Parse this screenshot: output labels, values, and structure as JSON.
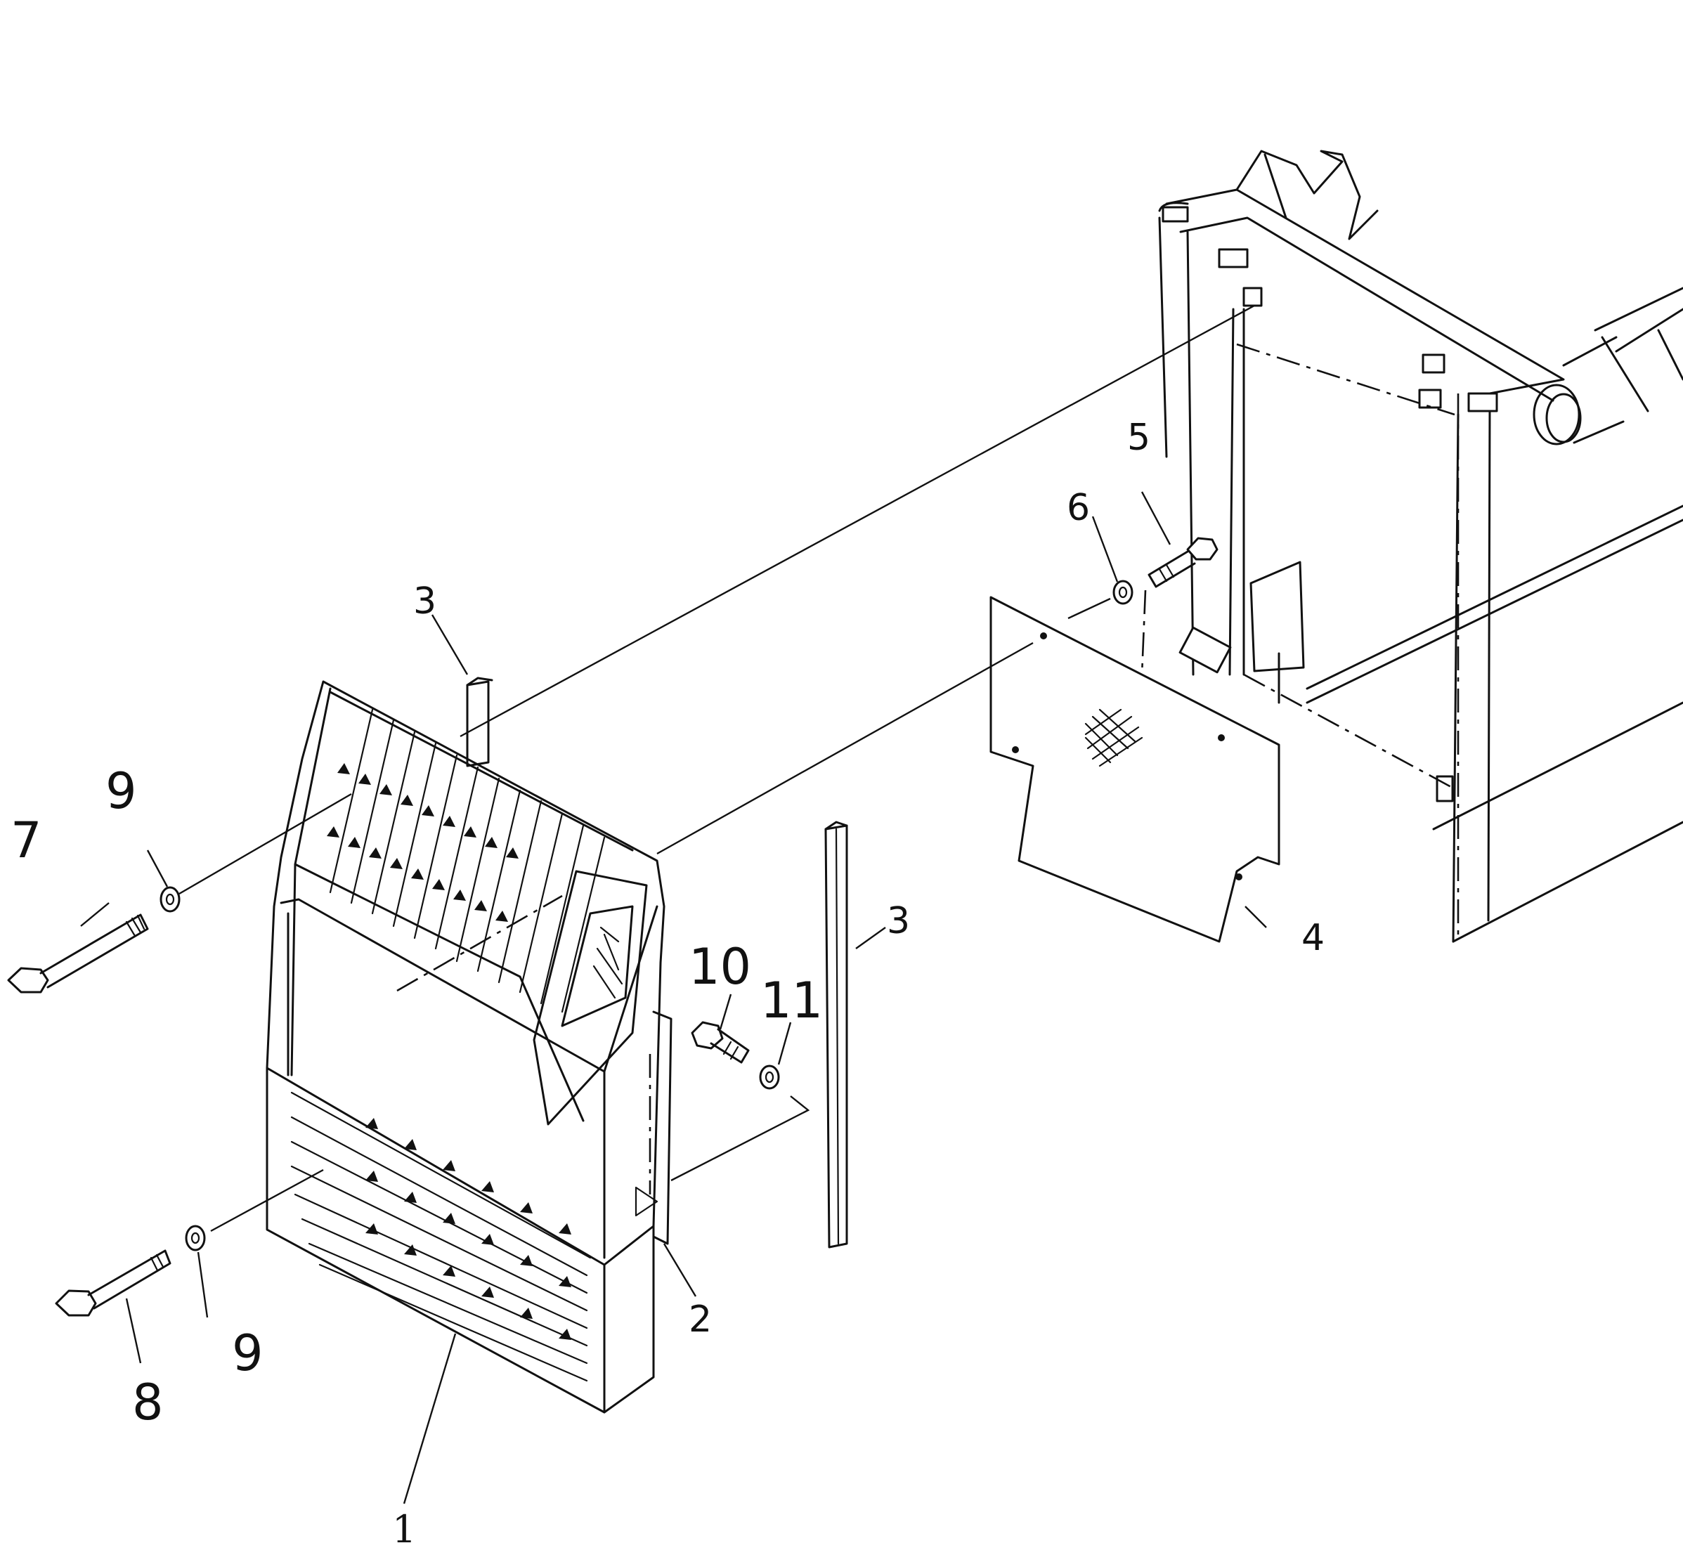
{
  "callouts": {
    "c1": "1",
    "c2": "2",
    "c3a": "3",
    "c3b": "3",
    "c4": "4",
    "c5": "5",
    "c6": "6",
    "c7": "7",
    "c8": "8",
    "c9a": "9",
    "c9b": "9",
    "c10": "10",
    "c11": "11"
  },
  "colors": {
    "ink": "#111111",
    "paper": "#ffffff"
  }
}
